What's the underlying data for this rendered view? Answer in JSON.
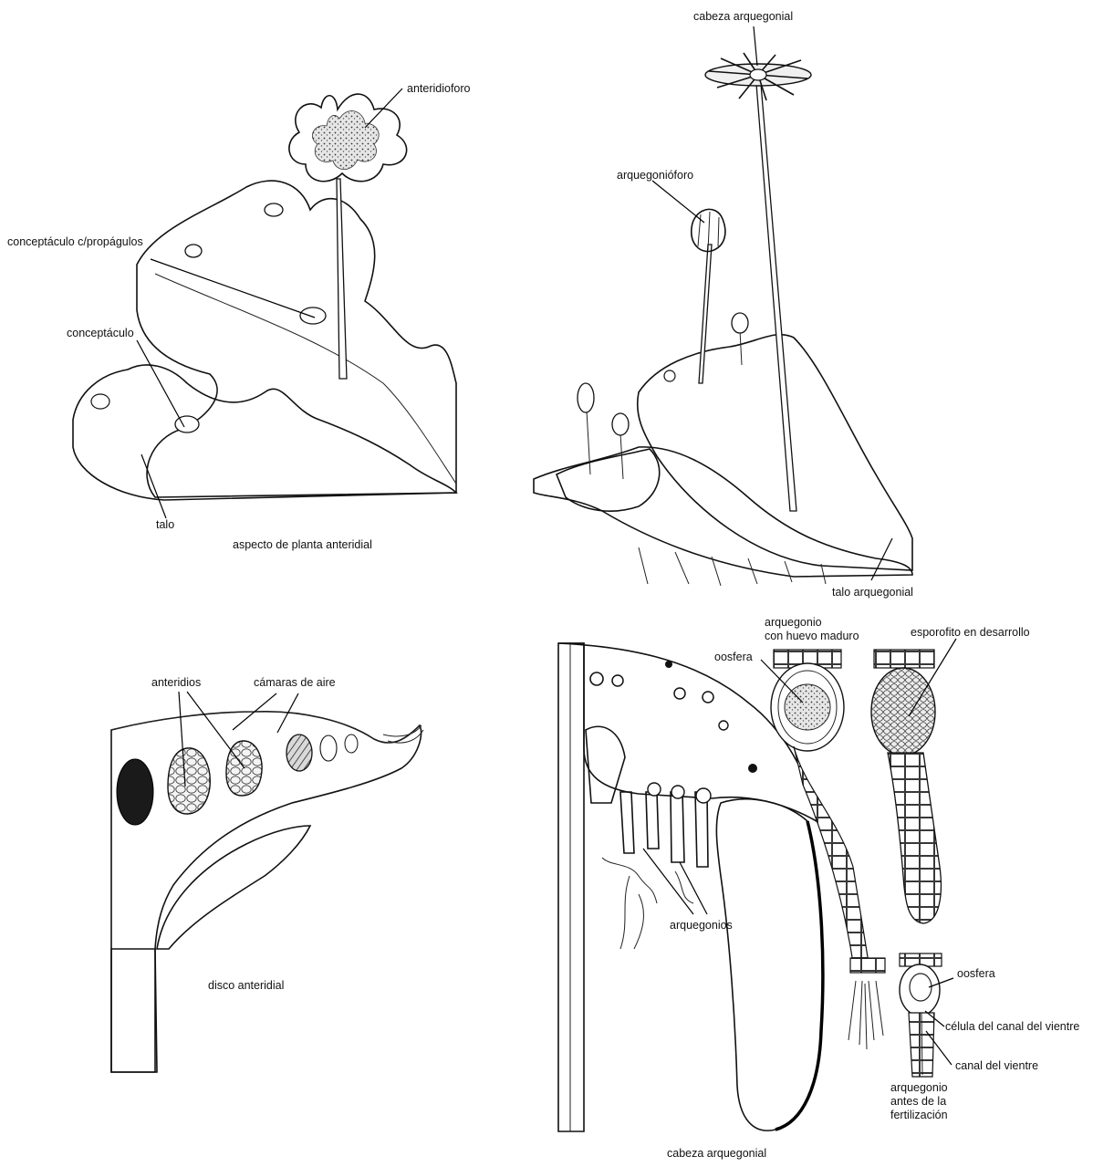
{
  "panels": {
    "antheridial_plant": {
      "caption": "aspecto de planta anteridial",
      "labels": {
        "antheridiophore": "anteridioforo",
        "conceptacle_gemmae": "conceptáculo c/propágulos",
        "conceptacle": "conceptáculo",
        "thallus": "talo"
      }
    },
    "archegonial_plant": {
      "labels": {
        "archegonial_head": "cabeza arquegonial",
        "archegoniophore": "arquegonióforo",
        "archegonial_thallus": "talo arquegonial"
      }
    },
    "antheridial_disc": {
      "caption": "disco anteridial",
      "labels": {
        "antheridia": "anteridios",
        "air_chambers": "cámaras de aire"
      }
    },
    "archegonial_head_section": {
      "caption": "cabeza arquegonial",
      "labels": {
        "archegonium_mature_line1": "arquegonio",
        "archegonium_mature_line2": "con huevo maduro",
        "egg_top": "oosfera",
        "sporophyte": "esporofito en desarrollo",
        "archegonia": "arquegonios",
        "egg_bottom": "oosfera",
        "ventral_canal_cell": "célula del canal del vientre",
        "ventral_canal": "canal del vientre",
        "archegonium_before_line1": "arquegonio",
        "archegonium_before_line2": "antes de la",
        "archegonium_before_line3": "fertilización"
      }
    }
  }
}
